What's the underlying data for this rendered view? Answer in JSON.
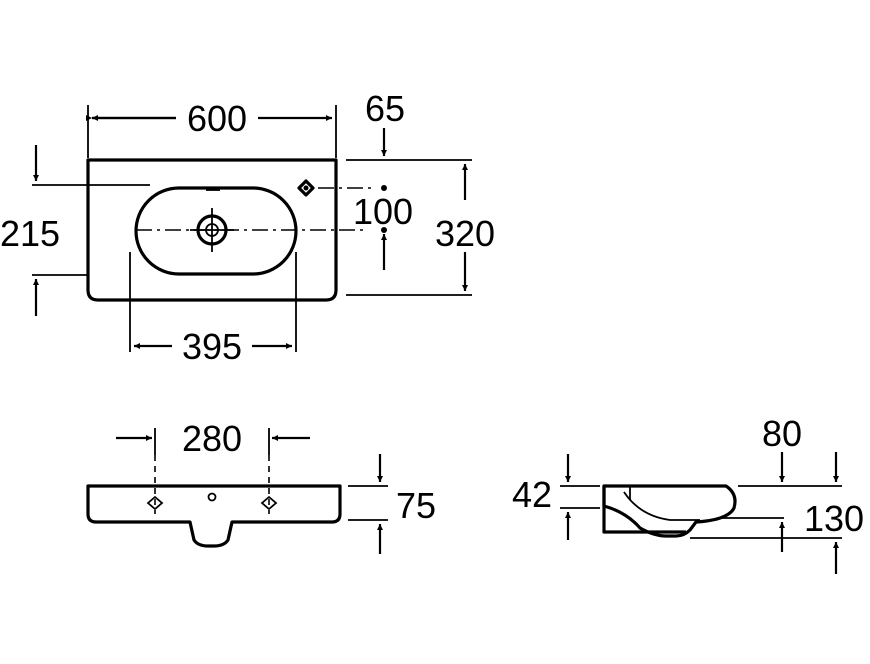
{
  "colors": {
    "line": "#000000",
    "background": "#ffffff"
  },
  "top_view": {
    "width": "600",
    "offset": "65",
    "inner_depth": "215",
    "hole_spacing": "100",
    "depth": "320",
    "bowl_width": "395"
  },
  "front_view": {
    "fixing_spacing": "280",
    "thickness": "75"
  },
  "side_view": {
    "rim": "42",
    "overflow": "80",
    "height": "130"
  }
}
